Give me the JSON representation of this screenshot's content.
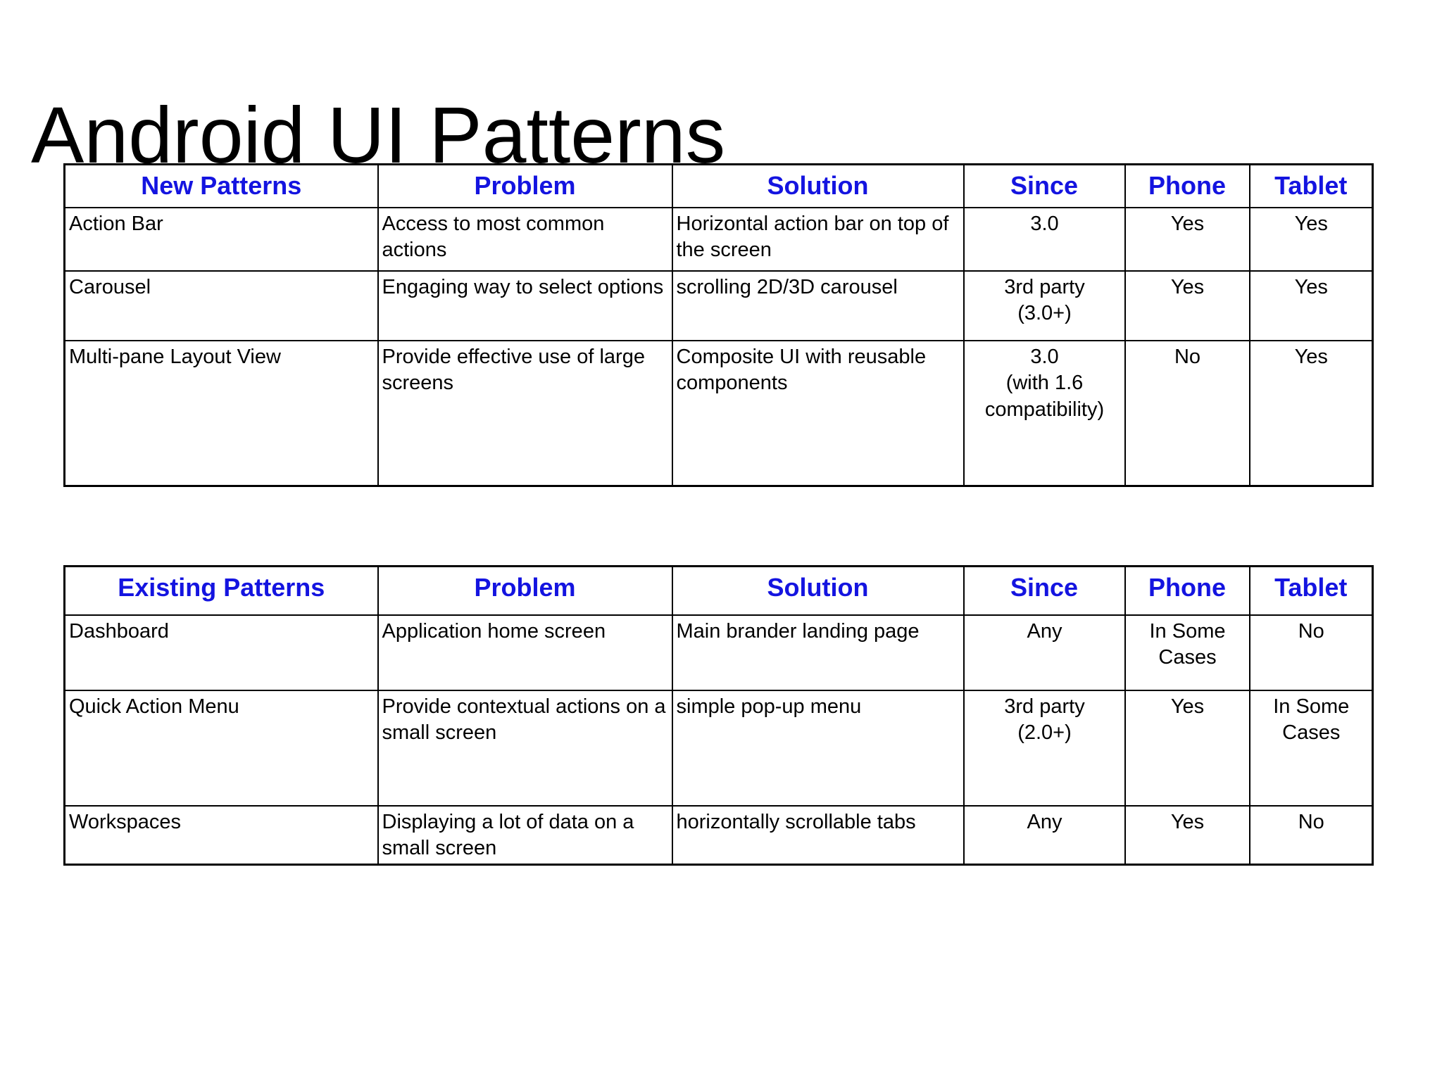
{
  "slide": {
    "title": "Android UI Patterns"
  },
  "colors": {
    "header_text": "#1414E0",
    "body_text": "#000000",
    "border": "#000000",
    "background": "#FFFFFF"
  },
  "tables": [
    {
      "name": "new-patterns-table",
      "headers": [
        "New Patterns",
        "Problem",
        "Solution",
        "Since",
        "Phone",
        "Tablet"
      ],
      "rows": [
        [
          "Action Bar",
          "Access to most common actions",
          "Horizontal action bar on top of the screen",
          "3.0",
          "Yes",
          "Yes"
        ],
        [
          "Carousel",
          "Engaging way to select options",
          "scrolling 2D/3D carousel",
          "3rd party\n(3.0+)",
          "Yes",
          "Yes"
        ],
        [
          "Multi-pane Layout View",
          "Provide effective use of large screens",
          "Composite UI with reusable components",
          "3.0\n(with 1.6\ncompatibility)",
          "No",
          "Yes"
        ]
      ]
    },
    {
      "name": "existing-patterns-table",
      "headers": [
        "Existing Patterns",
        "Problem",
        "Solution",
        "Since",
        "Phone",
        "Tablet"
      ],
      "rows": [
        [
          "Dashboard",
          "Application home screen",
          "Main brander landing page",
          "Any",
          "In Some Cases",
          "No"
        ],
        [
          "Quick Action Menu",
          "Provide contextual actions on a small screen",
          "simple pop-up menu",
          "3rd party\n(2.0+)",
          "Yes",
          "In Some Cases"
        ],
        [
          "Workspaces",
          "Displaying a lot of data on a small screen",
          "horizontally scrollable tabs",
          "Any",
          "Yes",
          "No"
        ]
      ]
    }
  ]
}
